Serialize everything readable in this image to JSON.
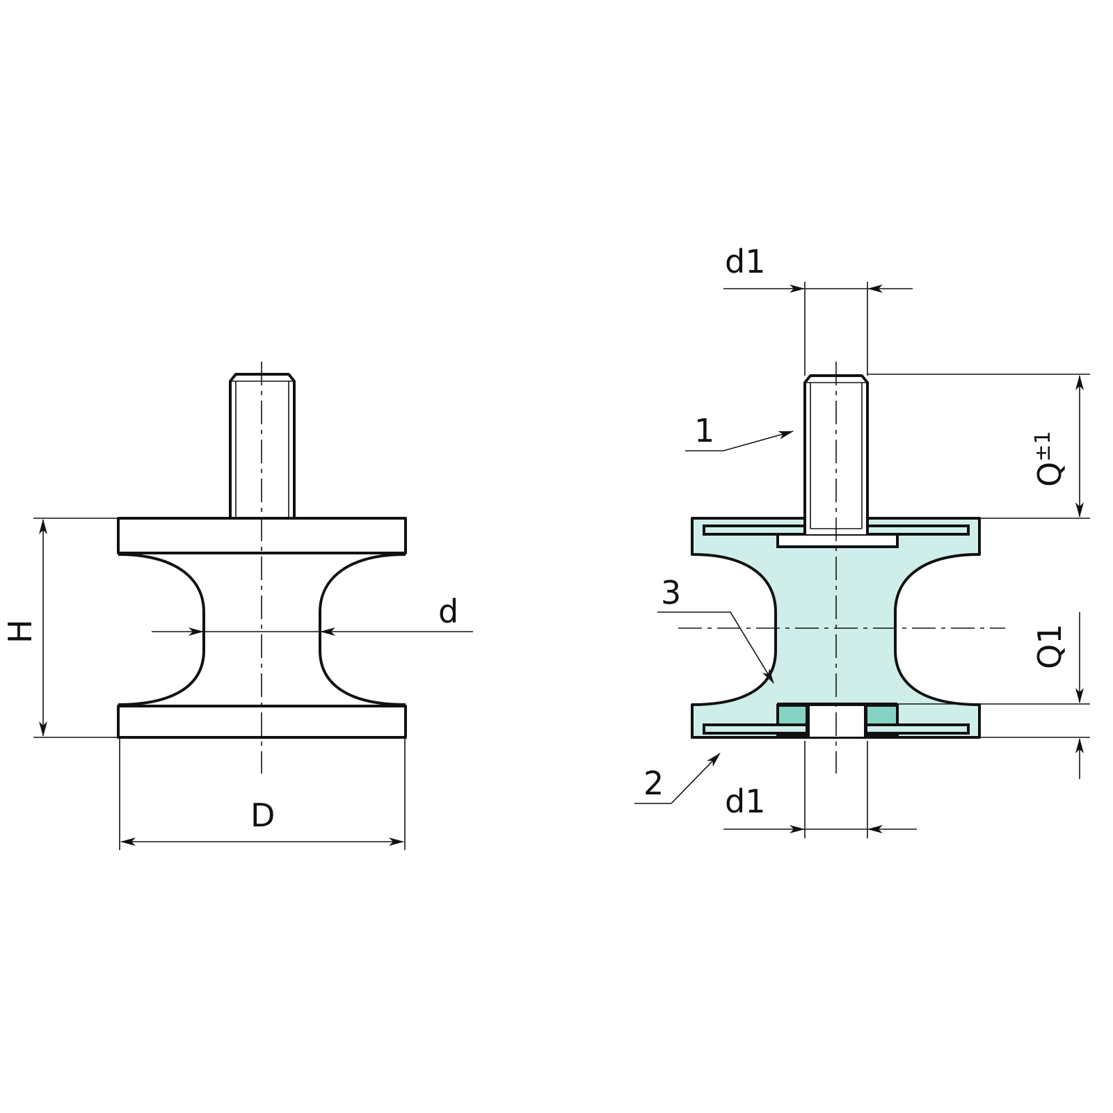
{
  "labels": {
    "H": "H",
    "D": "D",
    "d": "d",
    "d1_top": "d1",
    "d1_bottom": "d1",
    "Q": "Q",
    "Q_tol": "±1",
    "Q1": "Q1",
    "part1": "1",
    "part2": "2",
    "part3": "3"
  },
  "colors": {
    "rubber": "#cfeeea",
    "insert": "#86d3c3",
    "line": "#111111"
  }
}
